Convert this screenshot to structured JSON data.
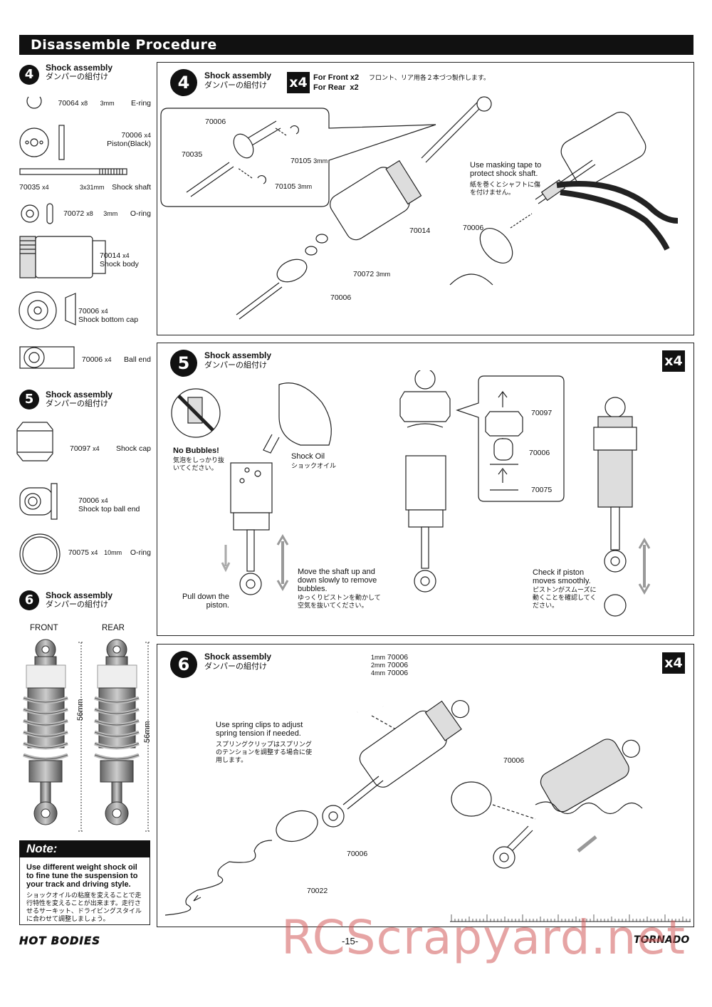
{
  "header": {
    "title": "Disassemble Procedure"
  },
  "sidebar": {
    "sec4": {
      "num": "4",
      "title_en": "Shock assembly",
      "title_jp": "ダンパーの組付け"
    },
    "parts4": [
      {
        "pn": "70064",
        "qty": "x8",
        "size": "3mm",
        "name": "E-ring"
      },
      {
        "pn": "70006",
        "qty": "x4",
        "size": "",
        "name": "Piston(Black)"
      },
      {
        "pn": "70035",
        "qty": "x4",
        "size": "3x31mm",
        "name": "Shock shaft"
      },
      {
        "pn": "70072",
        "qty": "x8",
        "size": "3mm",
        "name": "O-ring"
      },
      {
        "pn": "70014",
        "qty": "x4",
        "size": "",
        "name": "Shock body"
      },
      {
        "pn": "70006",
        "qty": "x4",
        "size": "",
        "name": "Shock bottom cap"
      },
      {
        "pn": "70006",
        "qty": "x4",
        "size": "",
        "name": "Ball end"
      }
    ],
    "sec5": {
      "num": "5",
      "title_en": "Shock assembly",
      "title_jp": "ダンパーの組付け"
    },
    "parts5": [
      {
        "pn": "70097",
        "qty": "x4",
        "size": "",
        "name": "Shock cap"
      },
      {
        "pn": "70006",
        "qty": "x4",
        "size": "",
        "name": "Shock top ball end"
      },
      {
        "pn": "70075",
        "qty": "x4",
        "size": "10mm",
        "name": "O-ring"
      }
    ],
    "sec6": {
      "num": "6",
      "title_en": "Shock assembly",
      "title_jp": "ダンパーの組付け"
    },
    "front_label": "FRONT",
    "rear_label": "REAR",
    "front_len": "56mm",
    "rear_len": "56mm",
    "note": {
      "title": "Note:",
      "en": "Use different weight shock oil to fine tune the suspension to your track and driving style.",
      "jp": "ショックオイルの粘度を変えることで走行特性を変えることが出来ます。走行させるサーキット、ドライビングスタイルに合わせて調整しましょう。"
    }
  },
  "step4": {
    "num": "4",
    "title_en": "Shock assembly",
    "title_jp": "ダンパーの組付け",
    "x4": "x4",
    "front": "For Front x2",
    "rear": "For Rear  x2",
    "jp_note": "フロント、リア用各２本づつ製作します。",
    "inset": {
      "p1": "70006",
      "p2": "70035",
      "p3": "70105",
      "p3s": "3mm",
      "p4": "70105",
      "p4s": "3mm"
    },
    "labels": {
      "body": "70014",
      "oring": "70072",
      "oring_s": "3mm",
      "cap": "70006",
      "ballend": "70006"
    },
    "tape_en": "Use masking tape to protect shock shaft.",
    "tape_jp": "紙を巻くとシャフトに傷を付けません。"
  },
  "step5": {
    "num": "5",
    "title_en": "Shock assembly",
    "title_jp": "ダンパーの組付け",
    "x4": "x4",
    "nobubble_en": "No Bubbles!",
    "nobubble_jp": "気泡をしっかり抜いてください。",
    "oil_en": "Shock Oil",
    "oil_jp": "ショックオイル",
    "move_en": "Move the shaft up and down slowly to remove bubbles.",
    "move_jp": "ゆっくりピストンを動かして空気を抜いてください。",
    "pull": "Pull down the piston.",
    "inset": {
      "a": "70097",
      "b": "70006",
      "c": "70075"
    },
    "check_en": "Check if piston moves smoothly.",
    "check_jp": "ピストンがスムーズに動くことを確認してください。"
  },
  "step6": {
    "num": "6",
    "title_en": "Shock assembly",
    "title_jp": "ダンパーの組付け",
    "x4": "x4",
    "clips": [
      {
        "size": "1mm",
        "pn": "70006"
      },
      {
        "size": "2mm",
        "pn": "70006"
      },
      {
        "size": "4mm",
        "pn": "70006"
      }
    ],
    "clip_en": "Use spring clips to adjust spring tension if needed.",
    "clip_jp": "スプリングクリップはスプリングのテンションを調整する場合に使用します。",
    "p1": "70006",
    "p2": "70006",
    "p3": "70022"
  },
  "footer": {
    "brand_left": "HOT BODIES",
    "page": "-15-",
    "brand_right": "TORNADO",
    "watermark": "RCScrapyard.net"
  }
}
